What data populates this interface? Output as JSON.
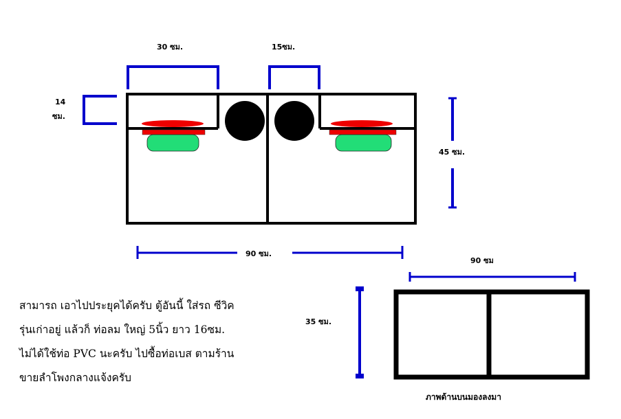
{
  "dimensions": {
    "top_left_width": "30 ซม.",
    "top_right_width": "15ซม.",
    "left_height_line1": "14",
    "left_height_line2": "ซม.",
    "right_height": "45 ซม.",
    "bottom_width": "90 ซม.",
    "top_view_width": "90 ซม",
    "top_view_height": "35 ซม."
  },
  "note": {
    "lines": [
      "สามารถ เอาไปประยุคได้ครับ ตู้อันนี้ ใส่รถ ซีวิค",
      "รุ่นเก่าอยู่   แล้วก็ ท่อลม ใหญ่ 5นิ้ว ยาว 16ซม.",
      "ไม่ได้ใช้ท่อ PVC นะครับ ไปซื้อท่อเบส ตามร้าน",
      "ขายลำโพงกลางแจ้งครับ"
    ]
  },
  "caption": "ภาพด้านบนมองลงมา",
  "colors": {
    "outline": "#000000",
    "dimension_line": "#0000cc",
    "port_red": "#ee0000",
    "port_green": "#22dd77"
  }
}
